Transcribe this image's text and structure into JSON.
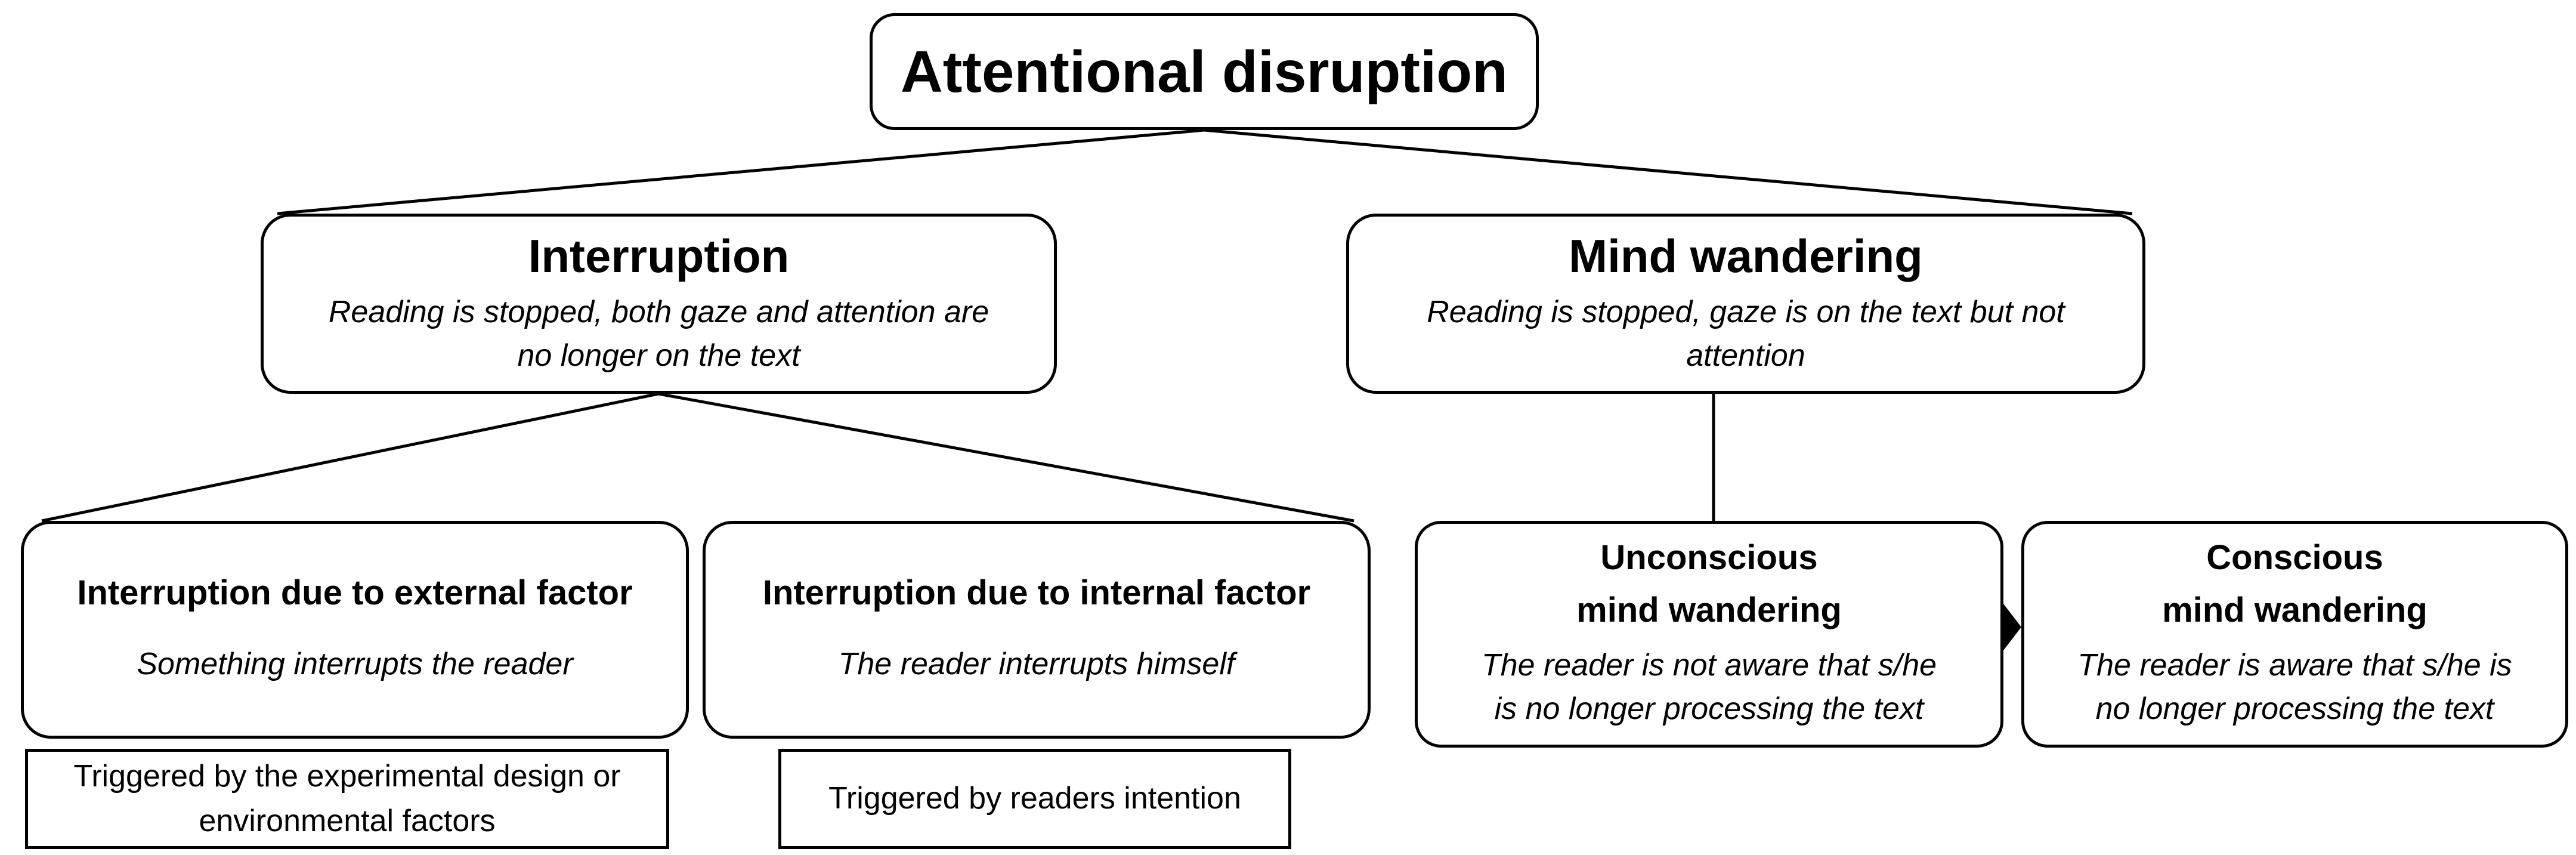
{
  "diagram": {
    "root": {
      "title": "Attentional disruption"
    },
    "interruption": {
      "title": "Interruption",
      "description_line1": "Reading is stopped, both gaze and attention are",
      "description_line2": "no longer on the text"
    },
    "mind_wandering": {
      "title": "Mind wandering",
      "description_line1": "Reading is stopped, gaze is on the text but not",
      "description_line2": "attention"
    },
    "external_factor": {
      "title": "Interruption due to external factor",
      "description": "Something interrupts the reader",
      "note_line1": "Triggered by the experimental design or",
      "note_line2": "environmental factors"
    },
    "internal_factor": {
      "title": "Interruption due to internal factor",
      "description": "The reader interrupts himself",
      "note": "Triggered by readers intention"
    },
    "unconscious": {
      "title_line1": "Unconscious",
      "title_line2": "mind wandering",
      "description_line1": "The reader is not aware that s/he",
      "description_line2": "is no longer processing the text"
    },
    "conscious": {
      "title_line1": "Conscious",
      "title_line2": "mind wandering",
      "description_line1": "The reader is aware that s/he is",
      "description_line2": "no longer processing the text"
    },
    "colors": {
      "stroke": "#000000",
      "background": "#ffffff"
    }
  }
}
